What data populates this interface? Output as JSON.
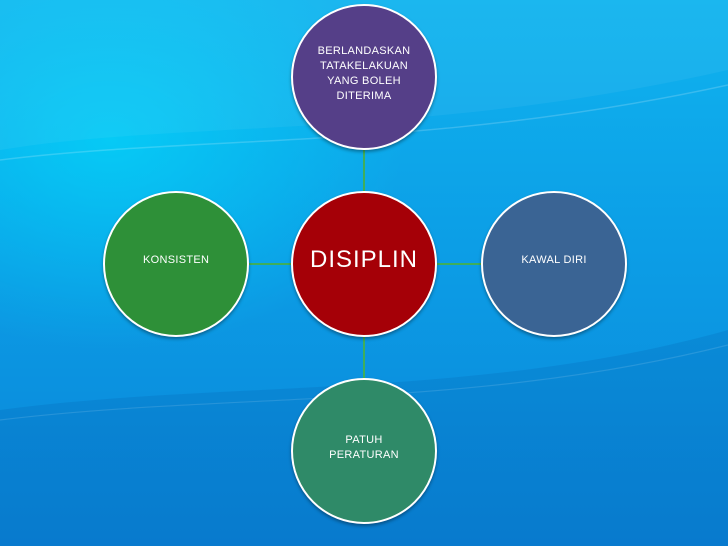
{
  "diagram": {
    "center": {
      "label": "DISIPLIN",
      "color": "#a50007"
    },
    "nodes": [
      {
        "id": "top",
        "label": "BERLANDASKAN\nTATAKELAKUAN\nYANG BOLEH\nDITERIMA",
        "color": "#553f88"
      },
      {
        "id": "left",
        "label": "KONSISTEN",
        "color": "#2e9038"
      },
      {
        "id": "right",
        "label": "KAWAL DIRI",
        "color": "#3a6494"
      },
      {
        "id": "bottom",
        "label": "PATUH\nPERATURAN",
        "color": "#2f8a68"
      }
    ],
    "connector_color": "#3fae5a",
    "background_color": "#0c9ee6"
  }
}
